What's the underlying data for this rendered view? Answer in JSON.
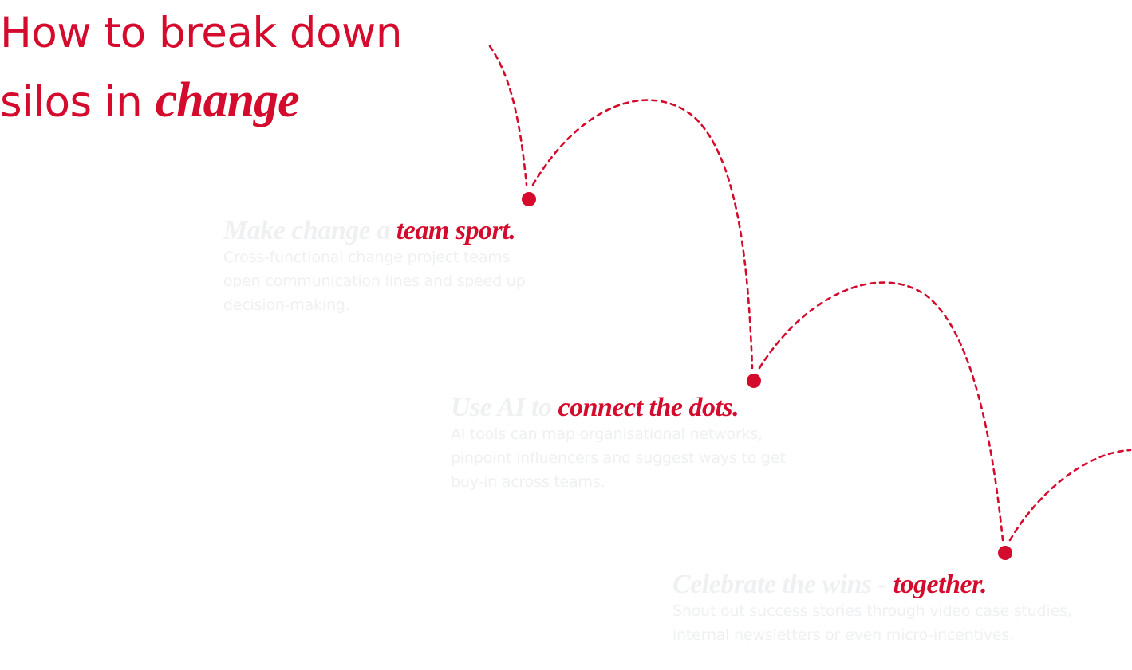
{
  "title": {
    "line1": "How to break down",
    "line2_prefix": "silos in ",
    "line2_emphasis": "change"
  },
  "steps": [
    {
      "heading_lead": "Make change a ",
      "heading_accent": "team sport.",
      "body": "Cross-functional change project teams open communication lines and speed up decision-making."
    },
    {
      "heading_lead": "Use AI to ",
      "heading_accent": "connect the dots.",
      "body": "AI tools can map organisational networks, pinpoint influencers and suggest ways to get buy-in across teams."
    },
    {
      "heading_lead": "Celebrate the wins - ",
      "heading_accent": "together.",
      "body": "Shout out success stories through video case studies, internal newsletters or even micro-incentives."
    }
  ],
  "colors": {
    "accent": "#d40b2c",
    "muted_text": "#eef0f2",
    "background": "#ffffff"
  }
}
